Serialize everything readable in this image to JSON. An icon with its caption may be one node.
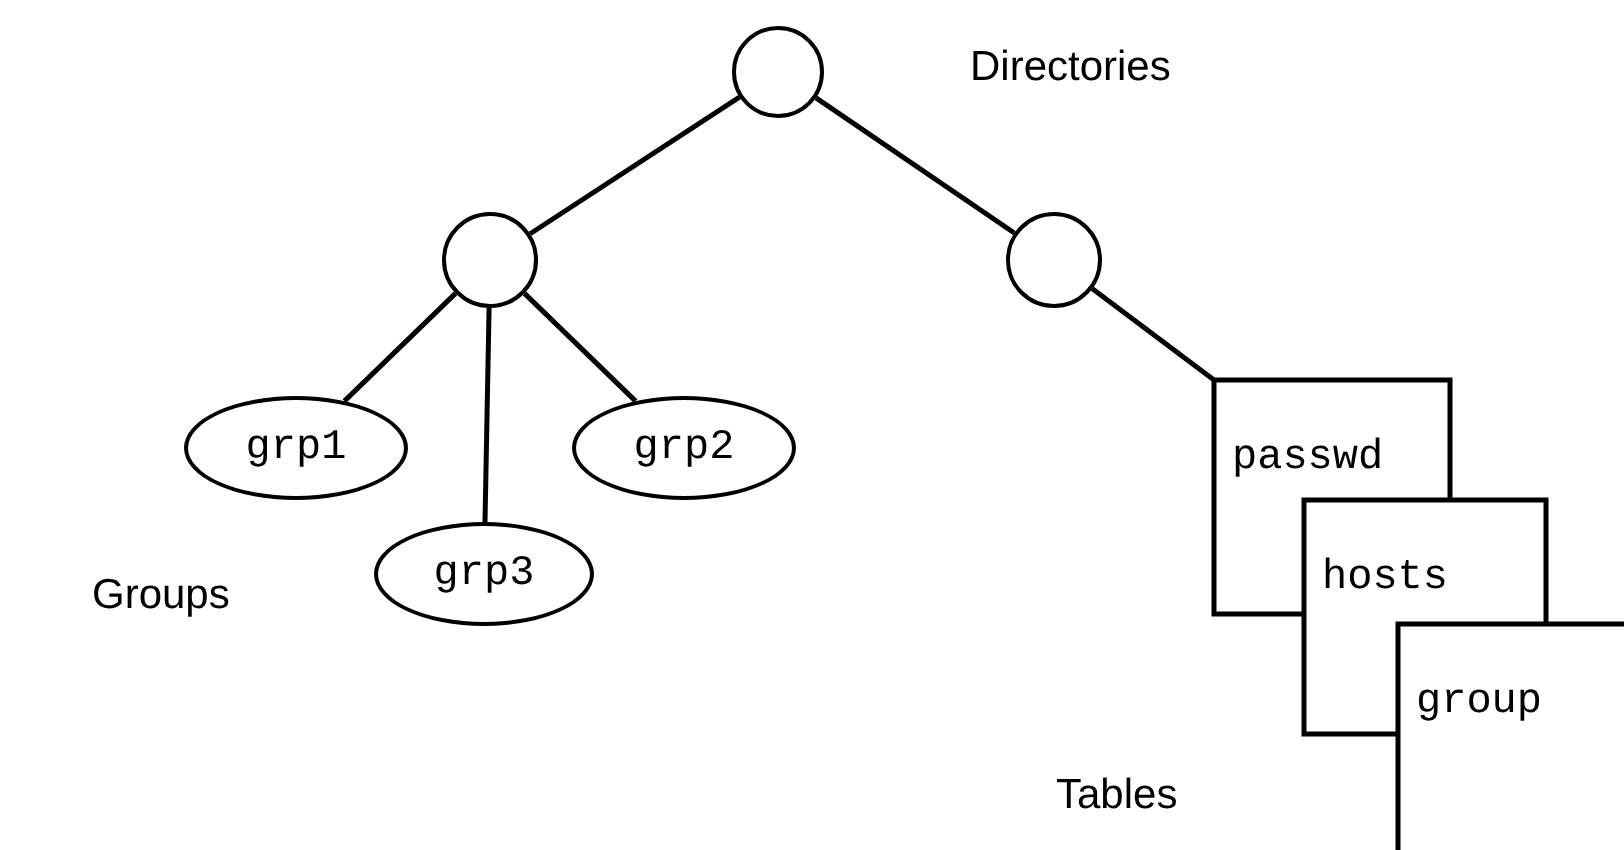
{
  "diagram": {
    "nodes": [
      {
        "text": [],
        "shape": "circle"
      },
      {
        "text": [],
        "shape": "circle"
      },
      {
        "text": [],
        "shape": "circle"
      },
      {
        "text": [
          "grp1"
        ]
      },
      {
        "text": [
          "grp2"
        ]
      },
      {
        "text": [
          "grp3"
        ]
      },
      {
        "text": [
          "passwd"
        ]
      },
      {
        "text": [
          "hosts"
        ]
      },
      {
        "text": [
          "group"
        ]
      }
    ],
    "edges": [
      {
        "from": 0,
        "to": 1,
        "arrow": "none"
      },
      {
        "from": 0,
        "to": 2,
        "arrow": "none"
      },
      {
        "from": 1,
        "to": 3,
        "arrow": "none"
      },
      {
        "from": 1,
        "to": 5,
        "arrow": "none"
      },
      {
        "from": 1,
        "to": 4,
        "arrow": "none"
      },
      {
        "from": 2,
        "to": 6,
        "arrow": "none"
      }
    ],
    "labels": [
      "Directories",
      "Groups",
      "Tables"
    ]
  }
}
